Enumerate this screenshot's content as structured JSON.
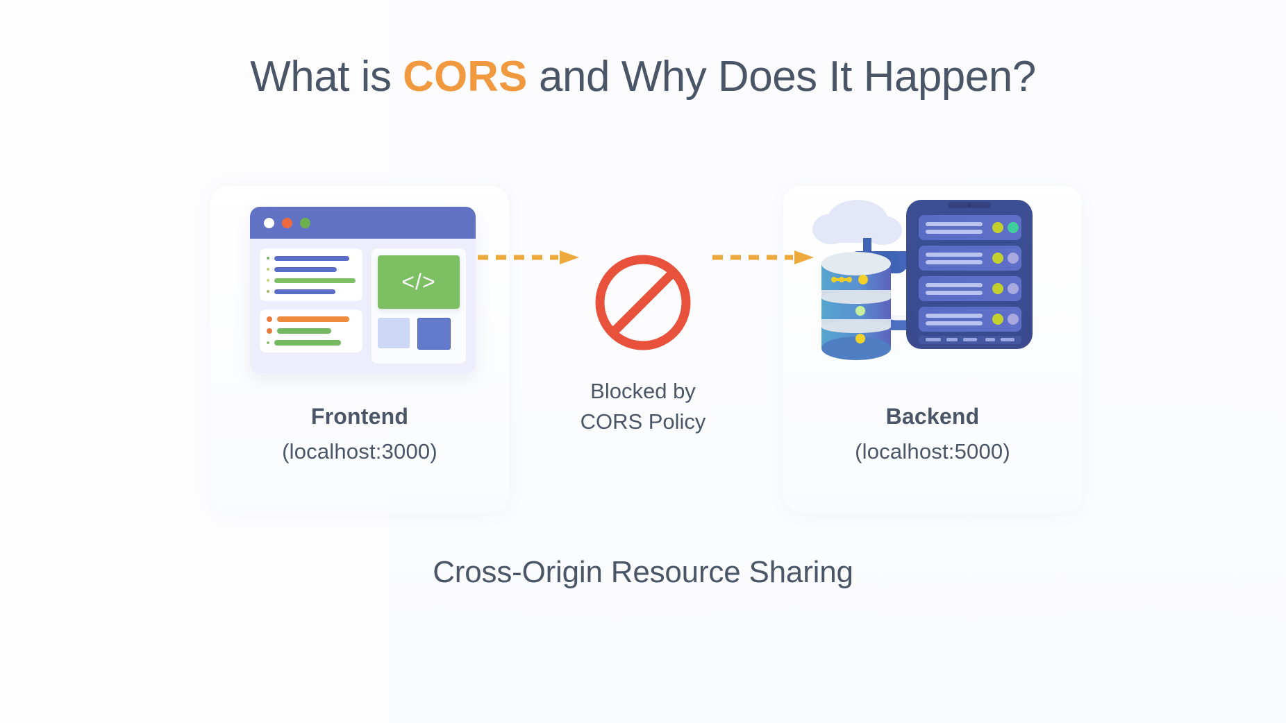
{
  "page": {
    "background_color": "#fdfdfe",
    "text_color": "#4a5568"
  },
  "title": {
    "before": "What is ",
    "accent": "CORS",
    "accent_color": "#f0993e",
    "after": " and Why Does It Happen?"
  },
  "frontend": {
    "label": "Frontend",
    "origin": "(localhost:3000)",
    "browser": {
      "titlebar_color": "#6172c4",
      "traffic_lights": [
        "white-dot",
        "orange-dot",
        "green-dot"
      ],
      "code_glyph": "</>",
      "code_panel_color": "#7dbf63",
      "list_bar_colors": [
        "#5b6dc8",
        "#5b6dc8",
        "#7dbf63",
        "#5b6dc8"
      ],
      "list_bar_colors_2": [
        "#ef8b3c",
        "#74b861",
        "#74b861"
      ],
      "tile_colors": [
        "#ccd6f5",
        "#6279cc"
      ]
    }
  },
  "blocked": {
    "line1": "Blocked by",
    "line2": "CORS Policy",
    "sign_color": "#e8523c",
    "icon": "prohibition-sign"
  },
  "backend": {
    "label": "Backend",
    "origin": "(localhost:5000)",
    "server_color": "#3d4f8f",
    "database_color": "#4f8fc0",
    "cloud_color": "#e4e7f8",
    "status_dot_colors": [
      "#c3d02e",
      "#3fcf9a",
      "#c3d02e",
      "#a9a8df",
      "#c3d02e",
      "#a9a8df",
      "#c3d02e",
      "#a9a8df"
    ]
  },
  "arrows": {
    "color": "#eda93c",
    "style": "dashed",
    "direction": "right",
    "count": 2
  },
  "footer": {
    "caption": "Cross-Origin Resource Sharing"
  }
}
